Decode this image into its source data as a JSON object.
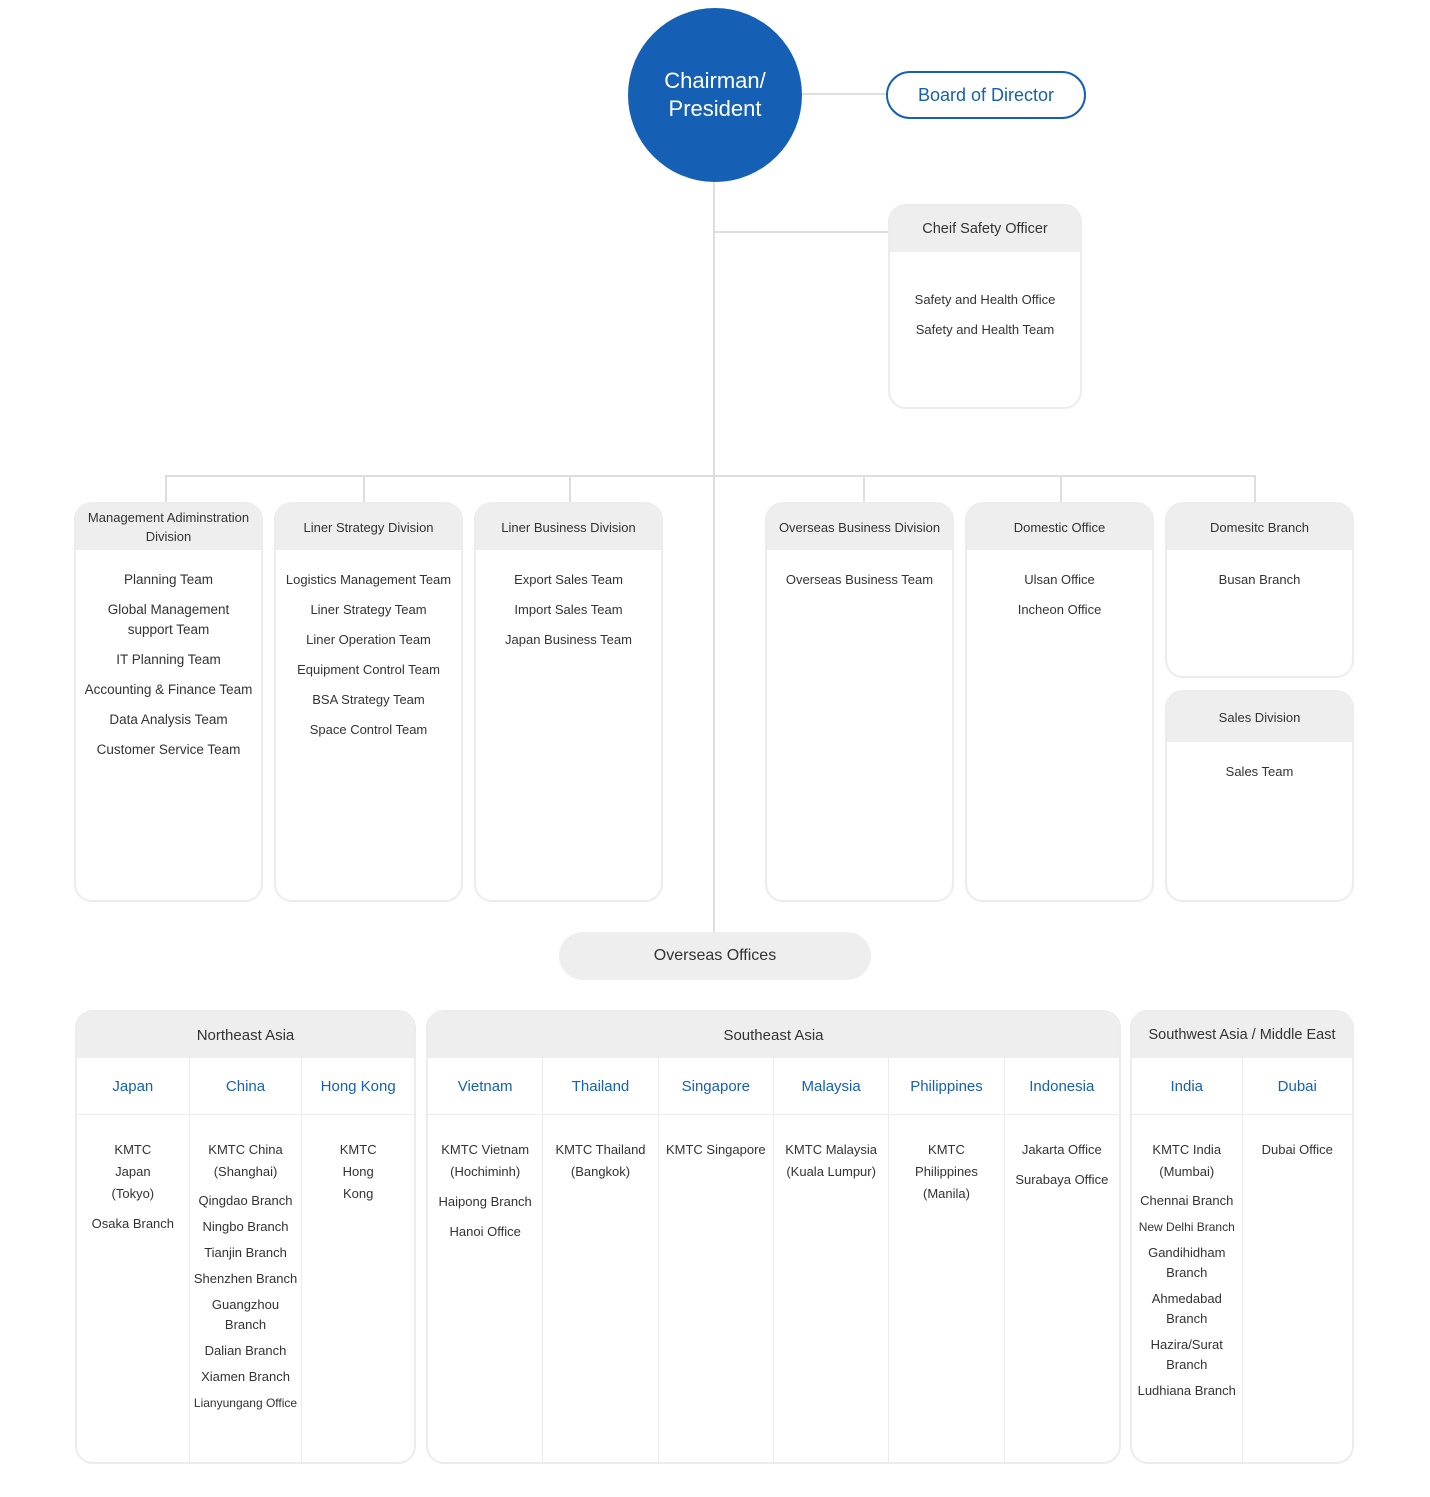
{
  "chairman": {
    "line1": "Chairman/",
    "line2": "President"
  },
  "board": "Board of Director",
  "safety": {
    "title": "Cheif Safety Officer",
    "items": [
      "Safety and Health Office",
      "Safety and Health Team"
    ]
  },
  "divisions": [
    {
      "title": "Management Adiminstration Division",
      "items": [
        "Planning Team",
        "Global Management support Team",
        "IT Planning Team",
        "Accounting & Finance Team",
        "Data Analysis Team",
        "Customer Service Team"
      ]
    },
    {
      "title": "Liner Strategy Division",
      "items": [
        "Logistics Management Team",
        "Liner Strategy Team",
        "Liner Operation Team",
        "Equipment Control Team",
        "BSA Strategy Team",
        "Space Control Team"
      ]
    },
    {
      "title": "Liner Business Division",
      "items": [
        "Export Sales Team",
        "Import Sales Team",
        "Japan Business Team"
      ]
    },
    {
      "title": "Overseas Business Division",
      "items": [
        "Overseas Business Team"
      ]
    },
    {
      "title": "Domestic Office",
      "items": [
        "Ulsan Office",
        "Incheon Office"
      ]
    },
    {
      "title": "Domesitc Branch",
      "items": [
        "Busan Branch"
      ]
    },
    {
      "title": "Sales Division",
      "items": [
        "Sales Team"
      ]
    }
  ],
  "overseas": {
    "title": "Overseas Offices",
    "regions": [
      {
        "name": "Northeast Asia",
        "countries": [
          {
            "name": "Japan",
            "offices": [
              "KMTC Japan (Tokyo)",
              "Osaka Branch"
            ]
          },
          {
            "name": "China",
            "offices": [
              "KMTC China (Shanghai)",
              "Qingdao Branch",
              "Ningbo Branch",
              "Tianjin Branch",
              "Shenzhen Branch",
              "Guangzhou Branch",
              "Dalian Branch",
              "Xiamen Branch",
              "Lianyungang Office"
            ]
          },
          {
            "name": "Hong Kong",
            "offices": [
              "KMTC Hong Kong"
            ]
          }
        ]
      },
      {
        "name": "Southeast Asia",
        "countries": [
          {
            "name": "Vietnam",
            "offices": [
              "KMTC Vietnam (Hochiminh)",
              "Haipong Branch",
              "Hanoi Office"
            ]
          },
          {
            "name": "Thailand",
            "offices": [
              "KMTC Thailand (Bangkok)"
            ]
          },
          {
            "name": "Singapore",
            "offices": [
              "KMTC Singapore"
            ]
          },
          {
            "name": "Malaysia",
            "offices": [
              "KMTC Malaysia (Kuala Lumpur)"
            ]
          },
          {
            "name": "Philippines",
            "offices": [
              "KMTC Philippines (Manila)"
            ]
          },
          {
            "name": "Indonesia",
            "offices": [
              "Jakarta Office",
              "Surabaya Office"
            ]
          }
        ]
      },
      {
        "name": "Southwest Asia / Middle East",
        "countries": [
          {
            "name": "India",
            "offices": [
              "KMTC India (Mumbai)",
              "Chennai Branch",
              "New Delhi Branch",
              "Gandihidham Branch",
              "Ahmedabad Branch",
              "Hazira/Surat Branch",
              "Ludhiana Branch"
            ]
          },
          {
            "name": "Dubai",
            "offices": [
              "Dubai Office"
            ]
          }
        ]
      }
    ]
  },
  "colors": {
    "brand": "#1560b4",
    "header_bg": "#eeeeee",
    "border": "#ececec",
    "line": "#dedede"
  }
}
